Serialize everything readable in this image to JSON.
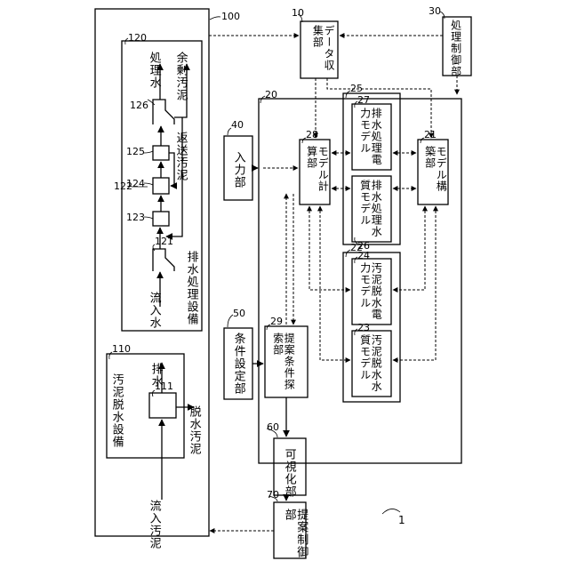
{
  "figure_number": "1",
  "refs": {
    "r100": "100",
    "r110": "110",
    "r111": "111",
    "r120": "120",
    "r121": "121",
    "r122": "122",
    "r123": "123",
    "r124": "124",
    "r125": "125",
    "r126": "126",
    "r10": "10",
    "r20": "20",
    "r21": "21",
    "r22": "22",
    "r23": "23",
    "r24": "24",
    "r25": "25",
    "r26": "26",
    "r27": "27",
    "r28": "28",
    "r29": "29",
    "r30": "30",
    "r40": "40",
    "r50": "50",
    "r60": "60",
    "r70": "70"
  },
  "labels": {
    "sludge_dewatering_facility": "汚泥脱水設備",
    "wastewater_treatment_facility": "排水処理設備",
    "inflow_sludge": "流入汚泥",
    "dewatered_sludge": "脱水汚泥",
    "drainage": "排水",
    "inflow_water": "流入水",
    "treated_water": "処理水",
    "excess_sludge": "余剰汚泥",
    "return_sludge": "返送汚泥",
    "data_collection": "データ収集部",
    "processing_control": "処理制御部",
    "input_unit": "入力部",
    "model_calculation": "モデル計算部",
    "model_construction": "モデル構築部",
    "ww_power_model": "排水処理電力モデル",
    "ww_quality_model": "排水処理水質モデル",
    "sd_power_model": "汚泥脱水電力モデル",
    "sd_quality_model": "汚泥脱水水質モデル",
    "condition_setting": "条件設定部",
    "proposal_search": "提案条件探索部",
    "visualization": "可視化部",
    "proposal_control": "提案制御部"
  }
}
